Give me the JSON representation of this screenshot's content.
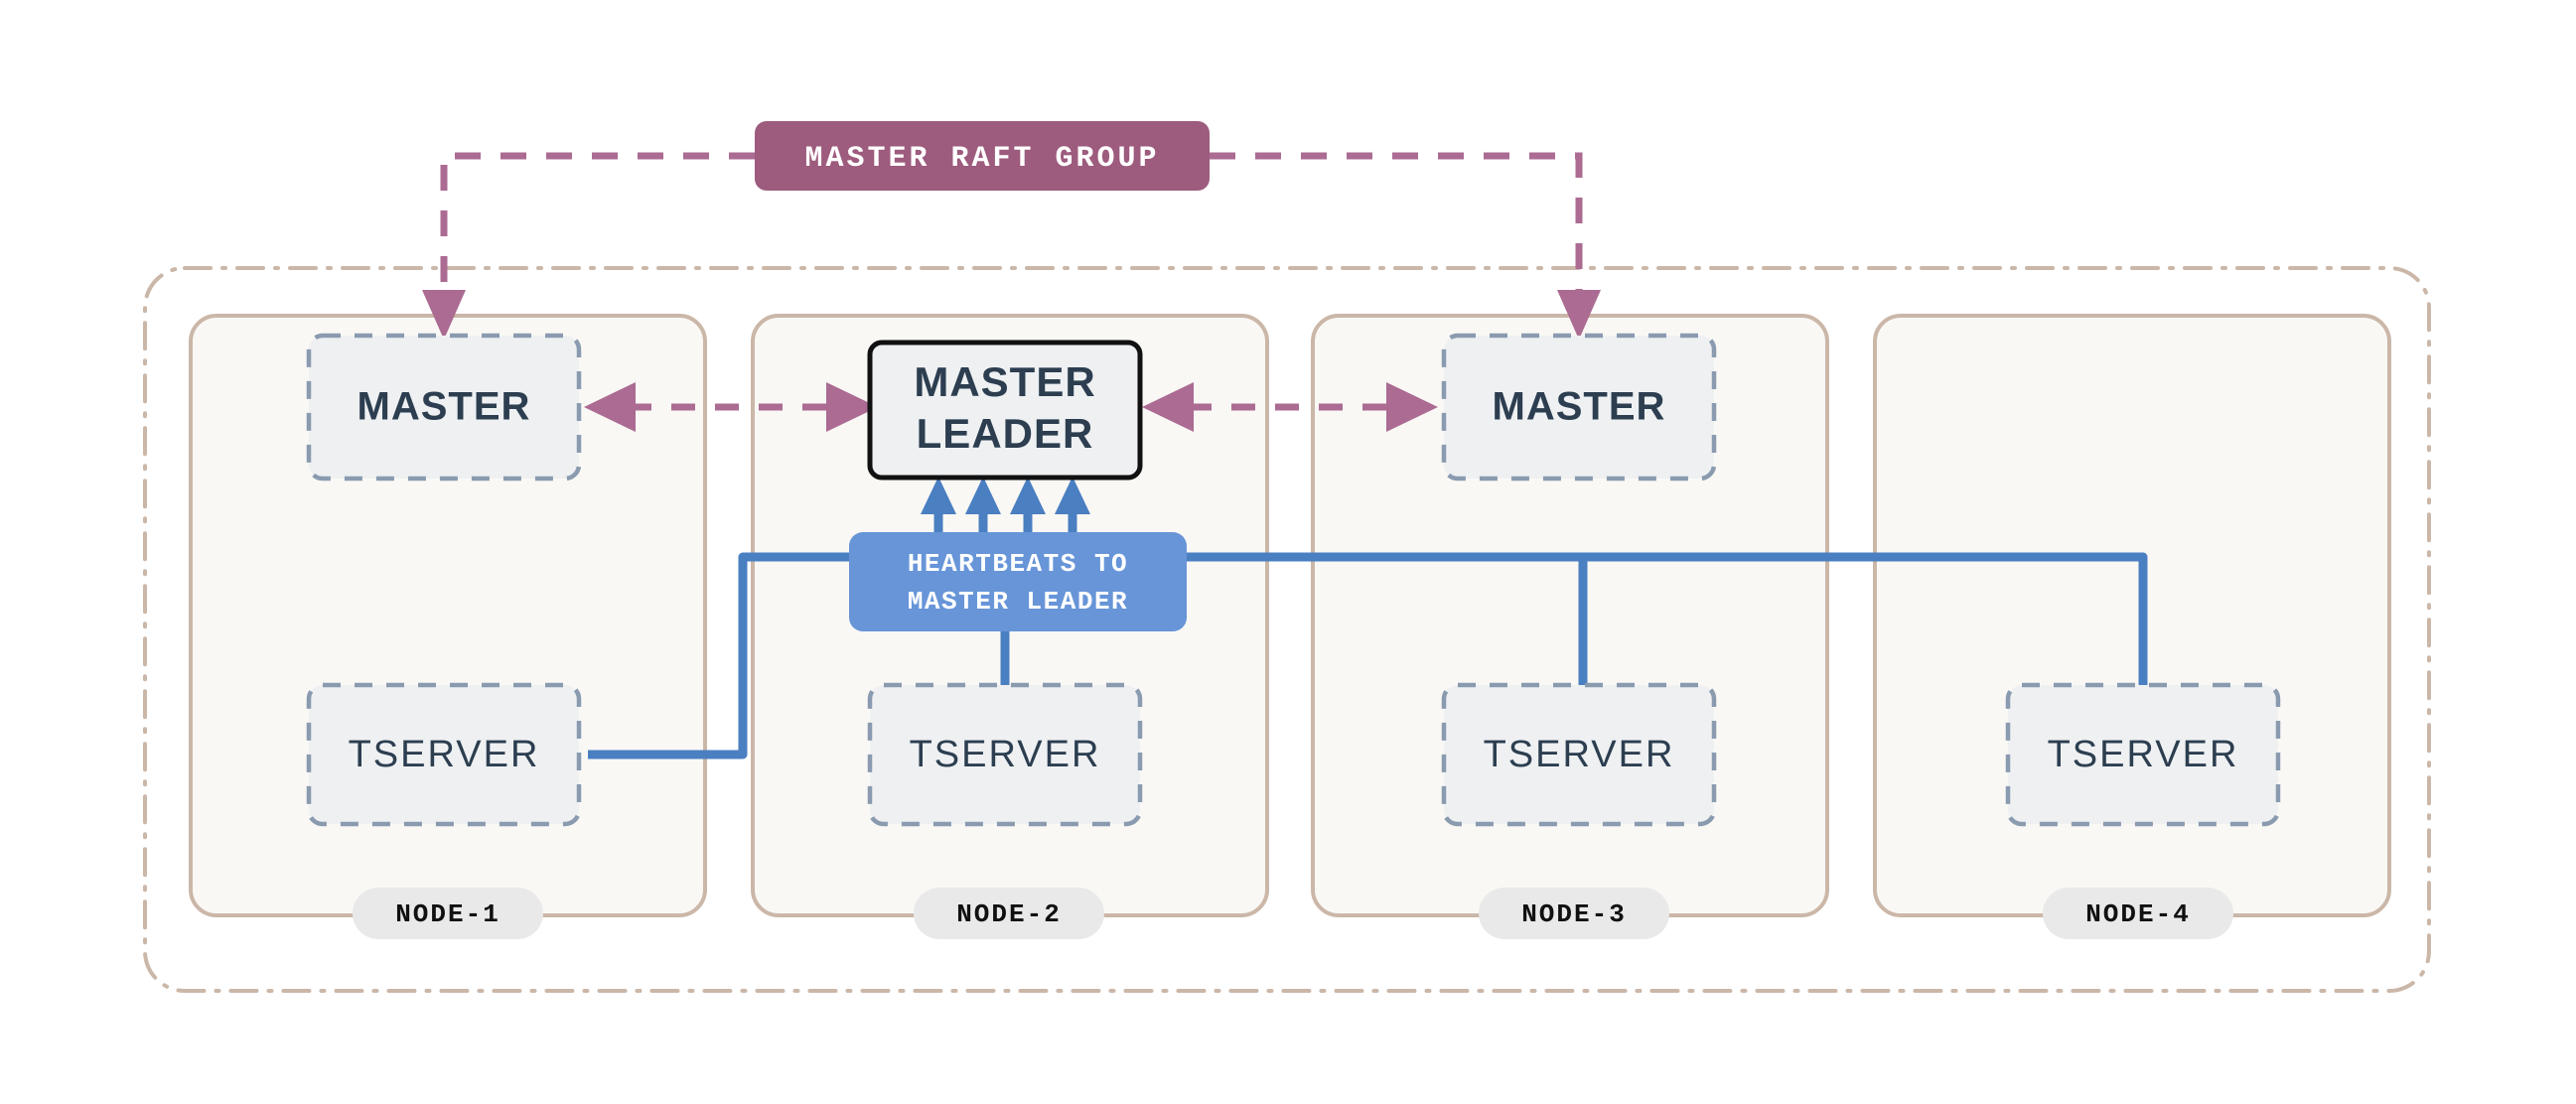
{
  "diagram": {
    "title_badge": "MASTER RAFT GROUP",
    "heartbeat_badge_line1": "HEARTBEATS TO",
    "heartbeat_badge_line2": "MASTER LEADER",
    "leader_line1": "MASTER",
    "leader_line2": "LEADER",
    "master_label": "MASTER",
    "tserver_label": "TSERVER",
    "nodes": [
      {
        "name": "NODE-1",
        "master": "MASTER",
        "tserver": "TSERVER",
        "has_master": true,
        "is_leader": false
      },
      {
        "name": "NODE-2",
        "master": "MASTER LEADER",
        "tserver": "TSERVER",
        "has_master": true,
        "is_leader": true
      },
      {
        "name": "NODE-3",
        "master": "MASTER",
        "tserver": "TSERVER",
        "has_master": true,
        "is_leader": false
      },
      {
        "name": "NODE-4",
        "master": "",
        "tserver": "TSERVER",
        "has_master": false,
        "is_leader": false
      }
    ],
    "colors": {
      "raft_badge_bg": "#9d5b7d",
      "raft_arrow": "#ab6b92",
      "heartbeat_badge_bg": "#6795d8",
      "heartbeat_line": "#4a7fc1",
      "node_border": "#cbb7a8",
      "node_fill": "#faf8f5",
      "cluster_border": "#cbb7a8",
      "box_fill": "#eef0f2",
      "box_dashed_border": "#8a9bb0",
      "leader_border": "#111111",
      "text_dark": "#2c3e50",
      "node_pill_bg": "#e9e9e9",
      "page_bg": "#ffffff"
    }
  }
}
